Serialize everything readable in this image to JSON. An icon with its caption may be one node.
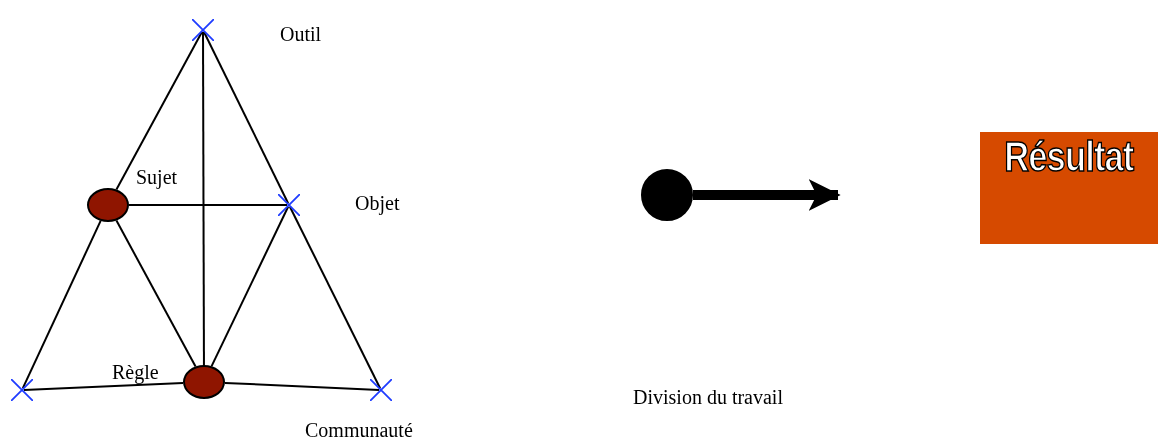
{
  "diagram": {
    "nodes": [
      {
        "text": [],
        "shape": "cross"
      },
      {
        "text": [],
        "shape": "circle"
      },
      {
        "text": [],
        "shape": "cross"
      },
      {
        "text": [],
        "shape": "cross"
      },
      {
        "text": [],
        "shape": "circle"
      },
      {
        "text": [],
        "shape": "cross"
      },
      {
        "text": [],
        "shape": "circle"
      },
      {
        "text": [
          "Résultat"
        ]
      }
    ],
    "edges": [
      {
        "from": 0,
        "to": 1,
        "arrow": "none"
      },
      {
        "from": 1,
        "to": 3,
        "arrow": "none"
      },
      {
        "from": 0,
        "to": 2,
        "arrow": "none"
      },
      {
        "from": 2,
        "to": 5,
        "arrow": "none"
      },
      {
        "from": 0,
        "to": 4,
        "arrow": "none"
      },
      {
        "from": 1,
        "to": 2,
        "arrow": "none"
      },
      {
        "from": 1,
        "to": 4,
        "arrow": "none"
      },
      {
        "from": 4,
        "to": 2,
        "arrow": "none"
      },
      {
        "from": 3,
        "to": 4,
        "arrow": "none"
      },
      {
        "from": 4,
        "to": 5,
        "arrow": "none"
      },
      {
        "from": 6,
        "to": null,
        "arrow": "to",
        "style": "thick"
      }
    ],
    "labels": [
      "Outil",
      "Sujet",
      "Objet",
      "Règle",
      "Division du travail",
      "Communauté"
    ]
  }
}
